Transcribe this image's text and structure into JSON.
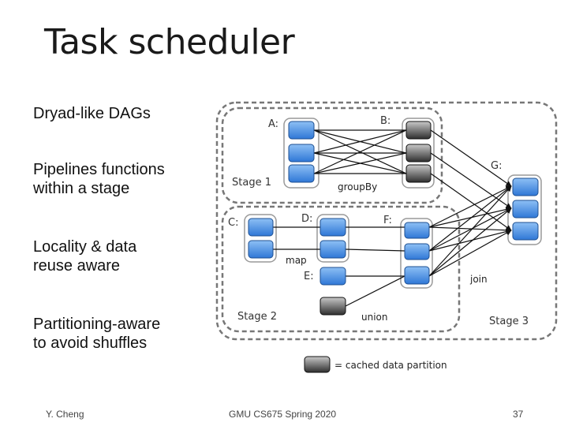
{
  "slide": {
    "title": "Task scheduler",
    "bullets": [
      "Dryad-like DAGs",
      "Pipelines functions\nwithin a stage",
      "Locality & data\nreuse aware",
      "Partitioning-aware\nto avoid shuffles"
    ],
    "footer": {
      "author": "Y. Cheng",
      "course": "GMU CS675 Spring 2020",
      "page": "37"
    }
  },
  "diagram": {
    "nodes": {
      "a": "A:",
      "b": "B:",
      "c": "C:",
      "d": "D:",
      "e": "E:",
      "f": "F:",
      "g": "G:"
    },
    "operations": {
      "group_by": "groupBy",
      "map": "map",
      "union": "union",
      "join": "join"
    },
    "stages": {
      "stage1": "Stage 1",
      "stage2": "Stage 2",
      "stage3": "Stage 3"
    },
    "legend": "= cached data partition",
    "colors": {
      "partition_blue": "#4a8fe0",
      "cached_partition_gray": "#555555",
      "stage_border": "#777777"
    }
  }
}
